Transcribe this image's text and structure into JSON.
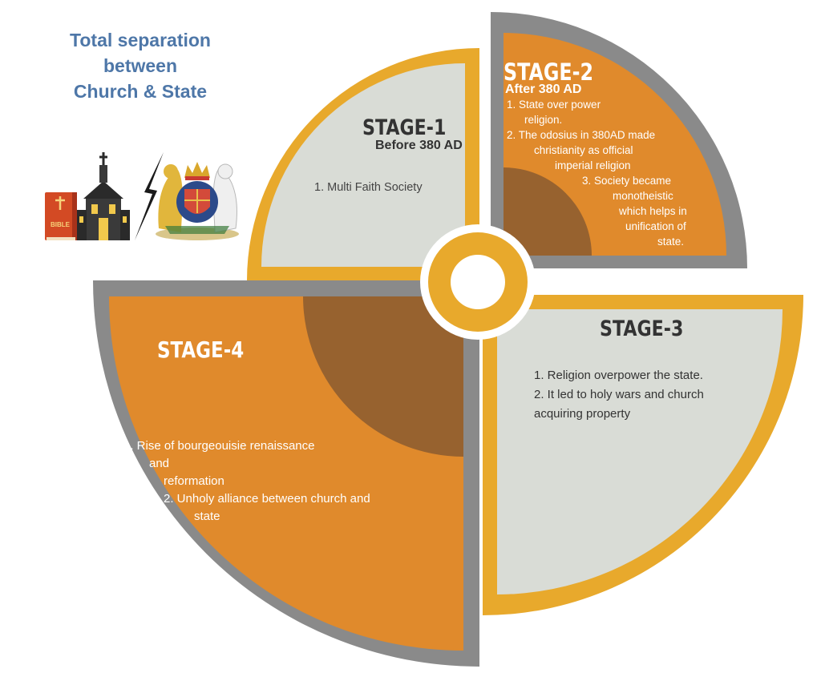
{
  "title": {
    "line1": "Total separation between",
    "line2": "Church & State"
  },
  "icons": [
    "bible-icon",
    "church-icon",
    "lightning-bolt-icon",
    "royal-coat-of-arms-icon"
  ],
  "icon_labels": {
    "bible": "BIBLE"
  },
  "colors": {
    "orange": "#e08a2c",
    "gold": "#e8a92c",
    "grey_border": "#8a8a8a",
    "light_grey": "#d9dcd6",
    "brown_overlay": "#8a5a30",
    "title_blue": "#4e77a8"
  },
  "stages": [
    {
      "id": "stage-1",
      "heading": "STAGE-1",
      "subtitle": "Before 380 AD",
      "items": [
        "1. Multi Faith Society"
      ]
    },
    {
      "id": "stage-2",
      "heading": "STAGE-2",
      "subtitle": "After 380 AD",
      "lines": [
        "1. State over power",
        "religion.",
        "2. The odosius in 380AD made",
        "christianity as official",
        "imperial religion",
        "3. Society became",
        "monotheistic",
        "which helps in",
        "unification of",
        "state."
      ]
    },
    {
      "id": "stage-3",
      "heading": "STAGE-3",
      "lines": [
        "1. Religion overpower the state.",
        "2. It led to holy wars and church",
        "acquiring property"
      ]
    },
    {
      "id": "stage-4",
      "heading": "STAGE-4",
      "lines": [
        "1. Rise of bourgeouisie renaissance",
        "and",
        "reformation",
        "2. Unholy alliance between church and",
        "state"
      ]
    }
  ]
}
